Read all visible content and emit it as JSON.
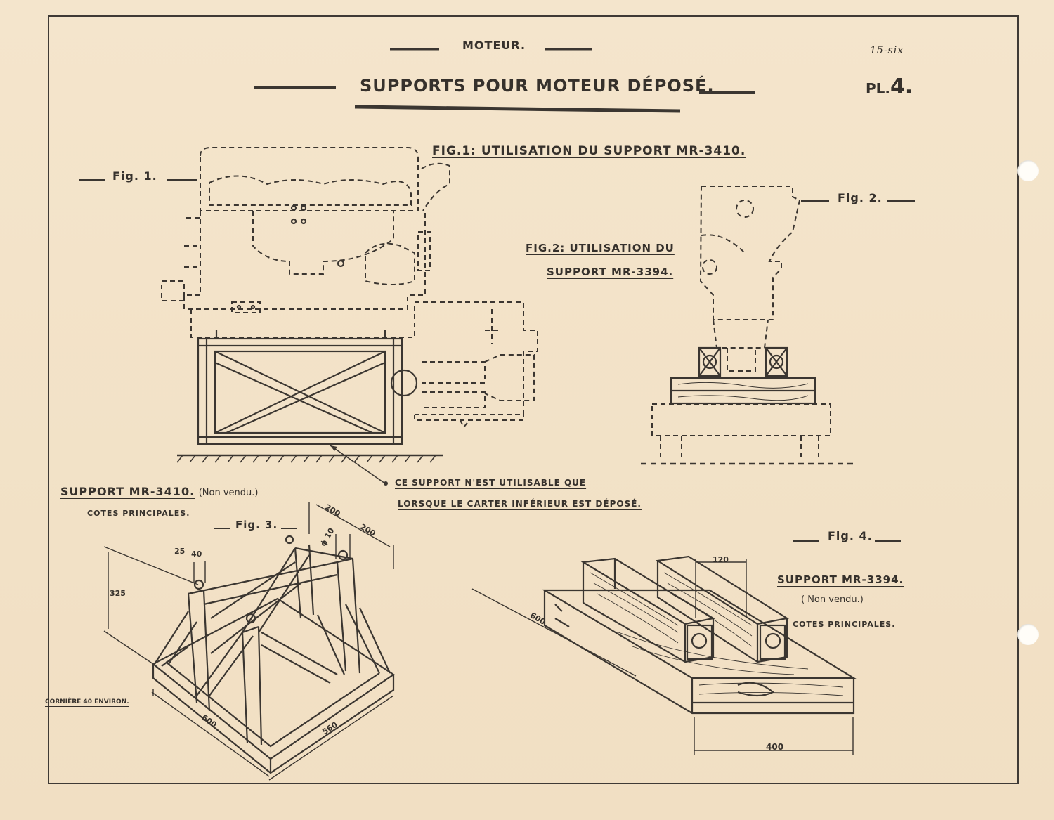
{
  "header": {
    "section": "MOTEUR.",
    "sheet_ref": "15-six",
    "title": "SUPPORTS POUR MOTEUR DÉPOSÉ.",
    "plate_prefix": "PL.",
    "plate_number": "4."
  },
  "figure_labels": {
    "fig1": "Fig. 1.",
    "fig2": "Fig. 2.",
    "fig3": "Fig. 3.",
    "fig4": "Fig. 4."
  },
  "captions": {
    "fig1_caption": "FIG.1: UTILISATION DU SUPPORT MR-3410.",
    "fig2_caption_line1": "FIG.2: UTILISATION DU",
    "fig2_caption_line2": "SUPPORT MR-3394."
  },
  "notes": {
    "carter_line1": "CE SUPPORT N'EST UTILISABLE QUE",
    "carter_line2": "LORSQUE LE CARTER INFÉRIEUR EST DÉPOSÉ."
  },
  "support_3410": {
    "title": "SUPPORT MR-3410.",
    "subtitle": "(Non vendu.)",
    "cotes": "COTES PRINCIPALES.",
    "corniere": "CORNIÈRE 40 ENVIRON.",
    "dims": [
      "200",
      "200",
      "ϕ 10",
      "25",
      "40",
      "325",
      "600",
      "560"
    ]
  },
  "support_3394": {
    "title": "SUPPORT MR-3394.",
    "subtitle": "( Non vendu.)",
    "cotes": "COTES PRINCIPALES.",
    "dims": [
      "120",
      "600",
      "400"
    ]
  },
  "colors": {
    "paper": "#f3e2c9",
    "ink": "#36312c",
    "punch_hole": "#fffdf8"
  }
}
